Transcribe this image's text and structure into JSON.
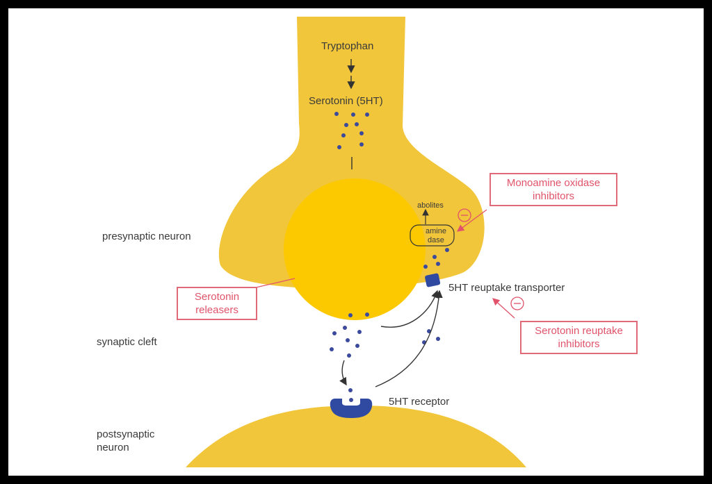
{
  "labels": {
    "tryptophan": "Tryptophan",
    "serotonin": "Serotonin (5HT)",
    "presynaptic": "presynaptic neuron",
    "synaptic_cleft": "synaptic cleft",
    "postsynaptic_line1": "postsynaptic",
    "postsynaptic_line2": "neuron",
    "receptor": "5HT receptor",
    "transporter": "5HT reuptake transporter",
    "metabolites_partial": "abolites",
    "mao_partial_line1": "amine",
    "mao_partial_line2": "dase"
  },
  "callouts": {
    "mao": {
      "line1": "Monoamine oxidase",
      "line2": "inhibitors"
    },
    "releasers": {
      "line1": "Serotonin",
      "line2": "releasers"
    },
    "ssri": {
      "line1": "Serotonin reuptake",
      "line2": "inhibitors"
    }
  },
  "colors": {
    "neuron": "#f2c63a",
    "vesicle": "#fcc800",
    "molecule": "#3b4a9c",
    "receptor": "#2f4aa0",
    "callout": "#e0536a"
  }
}
